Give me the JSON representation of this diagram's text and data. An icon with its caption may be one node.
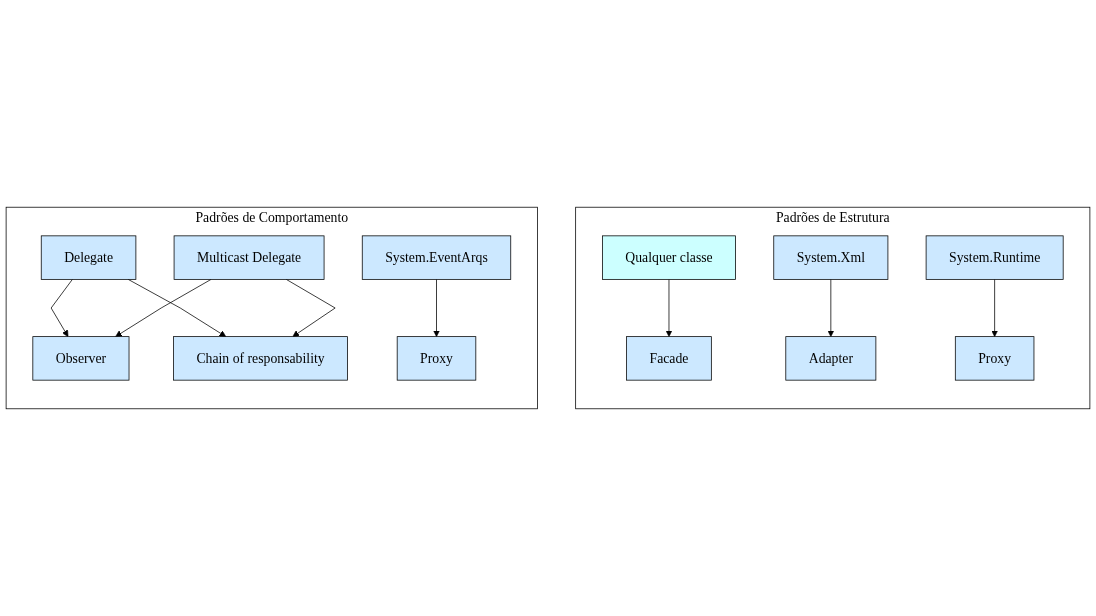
{
  "diagram": {
    "nodes": [
      {
        "text": [
          "Padrões de Estrutura"
        ]
      },
      {
        "text": [
          "Qualquer classe"
        ],
        "in": 0
      },
      {
        "text": [
          "System.Xml"
        ],
        "in": 0
      },
      {
        "text": [
          "Facade"
        ],
        "in": 0
      },
      {
        "text": [
          "Adapter"
        ],
        "in": 0
      },
      {
        "text": [
          "System.Runtime"
        ],
        "in": 0
      },
      {
        "text": [
          "Proxy"
        ],
        "in": 0
      },
      {
        "text": [
          "Padrões de Comportamento"
        ]
      },
      {
        "text": [
          "Delegate"
        ],
        "in": 7
      },
      {
        "text": [
          "Multicast Delegate"
        ],
        "in": 7
      },
      {
        "text": [
          "Observer"
        ],
        "in": 7
      },
      {
        "text": [
          "Chain of responsability"
        ],
        "in": 7
      },
      {
        "text": [
          "System.EventArqs"
        ],
        "in": 7
      },
      {
        "text": [
          "Proxy"
        ],
        "in": 7
      }
    ],
    "edges": [
      {
        "from": 1,
        "to": 3,
        "arrow": "to"
      },
      {
        "from": 2,
        "to": 4,
        "arrow": "to"
      },
      {
        "from": 5,
        "to": 6,
        "arrow": "to"
      },
      {
        "from": 8,
        "to": 10,
        "arrow": "to"
      },
      {
        "from": 8,
        "to": 11,
        "arrow": "to"
      },
      {
        "from": 9,
        "to": 10,
        "arrow": "to"
      },
      {
        "from": 9,
        "to": 11,
        "arrow": "to"
      },
      {
        "from": 12,
        "to": 13,
        "arrow": "to"
      }
    ]
  }
}
